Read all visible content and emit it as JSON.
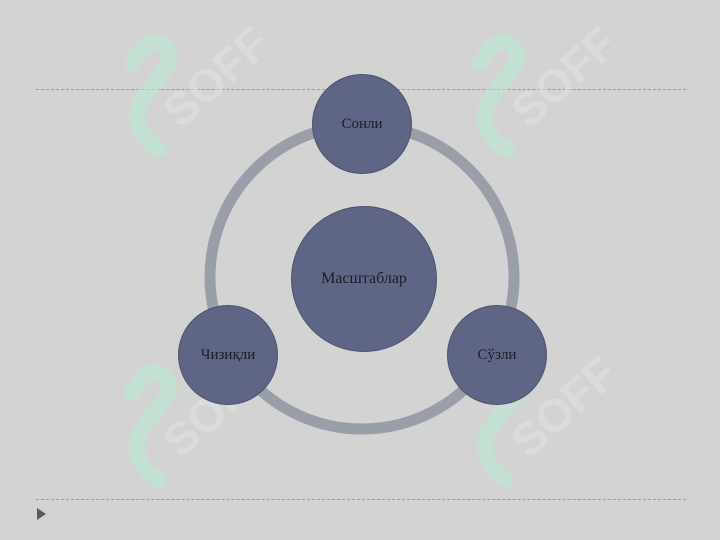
{
  "diagram": {
    "center": "Масштаблар",
    "nodes": {
      "top": "Сонли",
      "left": "Чизиқли",
      "right": "Сўзли"
    }
  },
  "watermark": {
    "text": "SOFF"
  },
  "colors": {
    "background": "#d3d3d3",
    "node_fill": "#5f6584",
    "ring": "#9a9ea8",
    "watermark": "#b9ecd2"
  }
}
